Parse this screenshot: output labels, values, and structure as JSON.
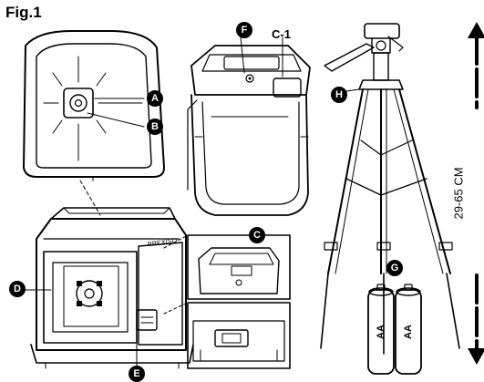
{
  "figure": {
    "title": "Fig.1"
  },
  "callouts": {
    "a": "A",
    "b": "B",
    "c": "C",
    "d": "D",
    "e": "E",
    "f": "F",
    "g": "G",
    "h": "H"
  },
  "labels": {
    "c1": "C-1",
    "height_range": "29-65 CM",
    "battery_1": "AA",
    "battery_2": "AA",
    "brand": "PREXISO"
  },
  "colors": {
    "line": "#000000",
    "background": "#ffffff"
  }
}
